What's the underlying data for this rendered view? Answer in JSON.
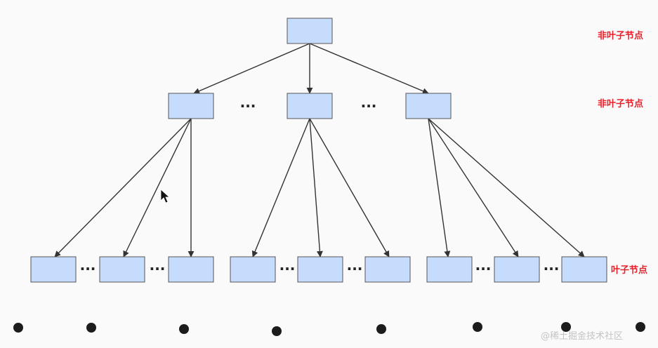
{
  "diagram": {
    "level_labels": {
      "root": "非叶子节点",
      "middle": "非叶子节点",
      "leaf": "叶子节点"
    },
    "ellipsis": "···",
    "watermark": "@稀土掘金技术社区",
    "colors": {
      "node_fill": "#c6dcfc",
      "node_stroke": "#555555",
      "edge": "#333333",
      "label": "#e8202a",
      "dot": "#1c1c1c",
      "background": "#fafafa"
    }
  }
}
